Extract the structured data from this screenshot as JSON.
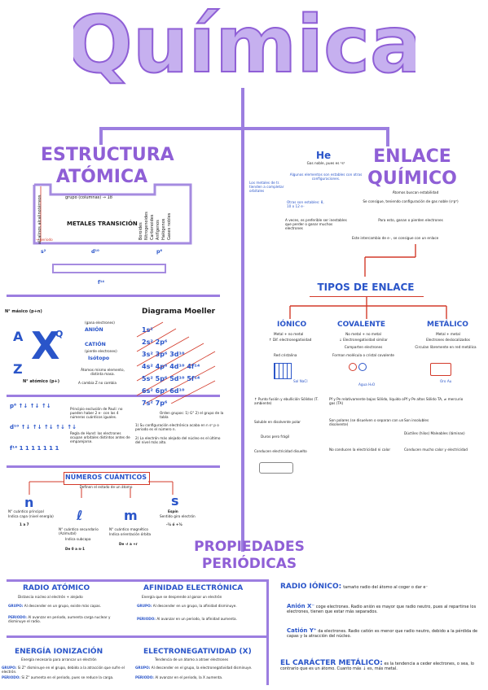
{
  "title": "Química",
  "estructura": {
    "heading_1": "ESTRUCTURA",
    "heading_2": "ATÓMICA",
    "table_top_label": "grupo (columnas) → 18",
    "col_left": "alcalinos alcalinotérreos",
    "metales_transicion": "METALES TRANSICIÓN",
    "col_right": [
      "Boroides",
      "Nitrogenoides",
      "Carbonoides",
      "Anfígenos",
      "Halógenos",
      "Gases nobles"
    ],
    "periodo_label": "→ periodo",
    "blocks": [
      "s²",
      "d¹⁰",
      "p⁶",
      "f¹⁴"
    ]
  },
  "notation": {
    "n_masico": "N° másico (p+n)",
    "A": "A",
    "Z": "Z",
    "X": "X",
    "Q": "Q",
    "n_atomico": "N° atómico (p+)",
    "anion": "ANIÓN",
    "anion_note": "(gana electrones)",
    "cation": "CATIÓN",
    "cation_note": "(pierde electrones)",
    "isotopo": "Isótopo",
    "isotopo_desc": "Átomos mismo elemento, distinta masa.",
    "cambia": "A cambia   Z no cambia"
  },
  "moeller": {
    "title": "Diagrama Moeller",
    "cells": [
      "1s²",
      "2s²",
      "2p⁶",
      "3s²",
      "3p⁶",
      "3d¹⁰",
      "4s²",
      "4p⁶",
      "4d¹⁰",
      "4f¹⁴",
      "5s²",
      "5p⁶",
      "5d¹⁰",
      "5f¹⁴",
      "6s²",
      "6p⁶",
      "6d¹⁰",
      "7s²",
      "7p⁶"
    ],
    "note_1": "Orden grupos: 1) G° 2) el grupo de la tabla",
    "note_2": "1) Su configuración electrónica acaba en n s² p o periodo es el número n.",
    "note_3": "2) La electrón más alejado del núcleo es el último del nivel más alto."
  },
  "orbitales": {
    "row1": "p⁶  ↑↓  ↑↓  ↑↓",
    "row2": "d¹⁰ ↑↓ ↑↓ ↑↓ ↑↓ ↑↓",
    "row3": "f¹⁴ 1 1 1 1 1 1 1",
    "note_a": "Principio exclusión de Pauli: no pueden haber 2 e⁻ con los 4 números cuánticos iguales.",
    "note_b": "Regla de Hund: los electrones ocupan orbitales distintos antes de emparejarse."
  },
  "numeros": {
    "title": "NÚMEROS CUÁNTICOS",
    "subtitle": "Definen el estado de un átomo",
    "n_symbol": "n",
    "n_name": "N° cuántico principal",
    "n_desc": "Indica capa (nivel energía)",
    "n_vals": "1 a 7",
    "l_symbol": "ℓ",
    "l_name": "N° cuántico secundario (Azimutal)",
    "l_desc": "Indica subcapa",
    "l_vals": "De 0 a n-1",
    "m_symbol": "m",
    "m_name": "N° cuántico magnético",
    "m_desc": "Indica orientación órbita",
    "m_vals": "De -ℓ a +ℓ",
    "s_symbol": "s",
    "s_name": "Espín",
    "s_desc": "Sentido giro electrón",
    "s_vals": "-½ ó +½"
  },
  "enlace": {
    "heading_1": "ENLACE",
    "heading_2": "QUÍMICO",
    "he": "He",
    "gas_noble": "Gas noble, pues es ¹s²",
    "algunos": "Algunos elementos son estables con otras configuraciones.",
    "metales": "Los metales de tr. tienden a completar orbitales",
    "otras": "Otras son estables: 8, 10 o 12 e⁻",
    "atomos": "Átomos buscan estabilidad",
    "consigue": "Se consigue, teniendo configuración de gas noble (s²p⁶)",
    "para": "Para esto, ganan o pierden electrones",
    "intercambio": "Este intercambio de e⁻, se consigue con un enlace",
    "veces": "A veces, es preferible ser inestables que perder o ganar muchos electrones"
  },
  "tipos": {
    "title": "TIPOS DE ENLACE",
    "ionico": "IÓNICO",
    "ionico_1": "Metal + no metal",
    "ionico_2": "↑ Dif. electronegatividad",
    "ionico_3": "Red cristalina",
    "ionico_ex": "Sal NaCl",
    "ionico_4": "↑ Punto fusión y ebullición Sólidos (T. ambiente)",
    "ionico_5": "Soluble en disolvente polar",
    "ionico_6": "Duros pero frágil",
    "ionico_7": "Conducen electricidad disuelto",
    "covalente": "COVALENTE",
    "cov_1": "No metal + no metal",
    "cov_2": "↓ Electronegatividad similar",
    "cov_3": "Comparten electrones",
    "cov_4": "Forman molécula o cristal covalente",
    "cov_ex": "Agua H₂O",
    "cov_5": "Pf y Pe relativamente bajos Sólido, líquido o gas (TA)",
    "cov_6": "Son polares (se disuelven o separan con un disolvente)",
    "cov_7": "No conducen la electricidad ni calor",
    "metalico": "METÁLICO",
    "met_1": "Metal + metal",
    "met_2": "Electrones deslocalizados",
    "met_3": "Circulan libremente en red metálica",
    "met_ex": "Oro Au",
    "met_4": "Pf y Pe altos Sólido TA, ≠ mercurio",
    "met_5": "Son insolubles",
    "met_6": "Dúctiles (hilos) Maleables (láminas)",
    "met_7": "Conducen mucho calor y electricidad"
  },
  "propiedades": {
    "title_1": "PROPIEDADES",
    "title_2": "PERIÓDICAS",
    "radio_atomico": "RADIO ATÓMICO",
    "radio_desc": "Distancia núcleo al electrón + alejado",
    "grupo_label": "GRUPO:",
    "grupo_radio": "Al descender en un grupo, existe más capas.",
    "periodo_label": "PERIODO:",
    "periodo_radio": "Al avanzar en periodo, aumenta carga nuclear y disminuye el radio.",
    "afinidad": "AFINIDAD ELECTRÓNICA",
    "afinidad_desc": "Energía que se desprende al ganar un electrón",
    "afinidad_grupo": "Al descender en un grupo, la afinidad disminuye.",
    "afinidad_periodo": "Al avanzar en un periodo, la afinidad aumenta.",
    "radio_ionico": "RADIO IÓNICO:",
    "radio_ionico_desc": "tamaño radio del átomo al coger o dar e⁻",
    "anion": "Anión X⁻",
    "anion_desc": "coge electrones. Radio anión es mayor que radio neutro, pues al repartirse los electrones, tienen que estar más separados.",
    "cation": "Catión Y⁺",
    "cation_desc": "da electrones. Radio catión es menor que radio neutro, debido a la pérdida de capas y la atracción del núcleo.",
    "energia": "ENERGÍA IONIZACIÓN",
    "energia_desc": "Energía necesaria para arrancar un electrón",
    "energia_grupo": "Si Z° disminuye en el grupo, debido a la atracción que sufre el electrón.",
    "energia_periodo": "Si Z° aumenta en el periodo, pues se reduce la carga.",
    "electroneg": "ELECTRONEGATIVIDAD (X)",
    "electroneg_desc": "Tendencia de un átomo a atraer electrones",
    "electroneg_grupo": "Al descender en el grupo, la electronegatividad disminuye.",
    "electroneg_periodo": "Al avanzar en el periodo, la X aumenta.",
    "caracter": "EL CARÁCTER METÁLICO:",
    "caracter_desc": "es la tendencia a ceder electrones, o sea, lo contrario que es un átomo. Cuanto más ↓ es, más metal."
  }
}
